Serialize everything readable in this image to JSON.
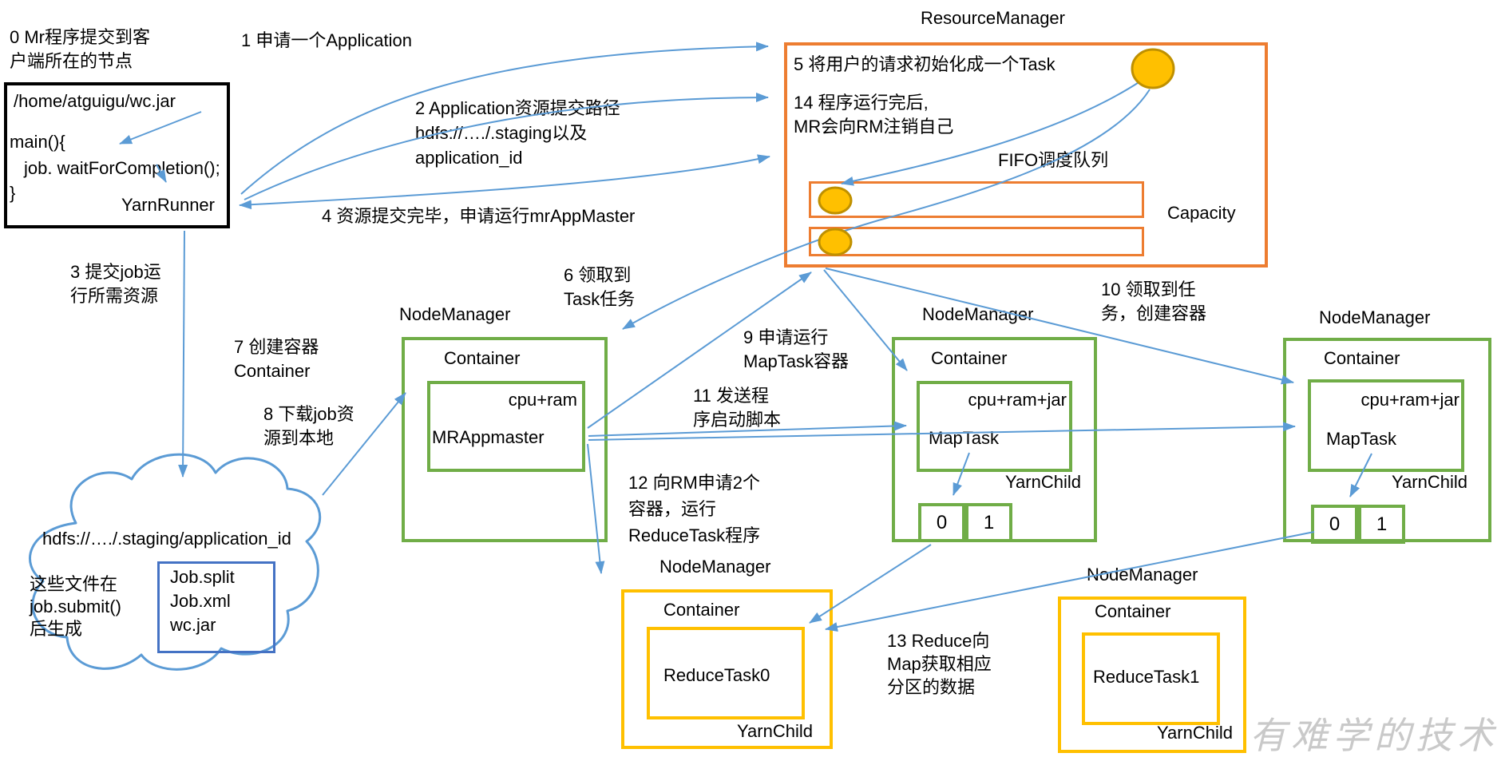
{
  "colors": {
    "arrow": "#5B9BD5",
    "orange": "#ED7D31",
    "green": "#70AD47",
    "gold": "#FFC000",
    "gold_border": "#BF9000",
    "blue": "#4472C4",
    "black": "#000000",
    "watermark_gray": "#C9C9C9"
  },
  "client": {
    "jar_path": "/home/atguigu/wc.jar",
    "code_line1": "main(){",
    "code_line2": "job. waitForCompletion();",
    "code_line3": "}",
    "runner": "YarnRunner"
  },
  "annotations": {
    "step0": [
      "0 Mr程序提交到客",
      "户端所在的节点"
    ],
    "step1": "1 申请一个Application",
    "step2": [
      "2 Application资源提交路径",
      "hdfs://…./.staging以及",
      "application_id"
    ],
    "step3": [
      "3 提交job运",
      "行所需资源"
    ],
    "step4": "4 资源提交完毕，申请运行mrAppMaster",
    "step6": [
      "6 领取到",
      "Task任务"
    ],
    "step7": [
      "7 创建容器",
      "Container"
    ],
    "step8": [
      "8 下载job资",
      "源到本地"
    ],
    "step9": [
      "9 申请运行",
      "MapTask容器"
    ],
    "step10": [
      "10 领取到任",
      "务，创建容器"
    ],
    "step11": [
      "11 发送程",
      "序启动脚本"
    ],
    "step12": [
      "12 向RM申请2个",
      "容器，运行",
      "ReduceTask程序"
    ],
    "step13": [
      "13 Reduce向",
      "Map获取相应",
      "分区的数据"
    ]
  },
  "resource_manager": {
    "title": "ResourceManager",
    "step5": "5 将用户的请求初始化成一个Task",
    "step14": [
      "14 程序运行完后,",
      "MR会向RM注销自己"
    ],
    "fifo_label": "FIFO调度队列",
    "capacity_label": "Capacity"
  },
  "hdfs_cloud": {
    "path": "hdfs://…./.staging/application_id",
    "note": [
      "这些文件在",
      "job.submit()",
      "后生成"
    ],
    "files": [
      "Job.split",
      "Job.xml",
      "wc.jar"
    ]
  },
  "node_managers": {
    "title": "NodeManager",
    "container_label": "Container",
    "nm_appmaster": {
      "resource": "cpu+ram",
      "process": "MRAppmaster"
    },
    "nm_map1": {
      "resource": "cpu+ram+jar",
      "process": "MapTask",
      "runner": "YarnChild",
      "partitions": [
        "0",
        "1"
      ]
    },
    "nm_map2": {
      "resource": "cpu+ram+jar",
      "process": "MapTask",
      "runner": "YarnChild",
      "partitions": [
        "0",
        "1"
      ]
    },
    "nm_reduce0": {
      "process": "ReduceTask0",
      "runner": "YarnChild"
    },
    "nm_reduce1": {
      "process": "ReduceTask1",
      "runner": "YarnChild"
    }
  },
  "watermark": "有难学的技术"
}
